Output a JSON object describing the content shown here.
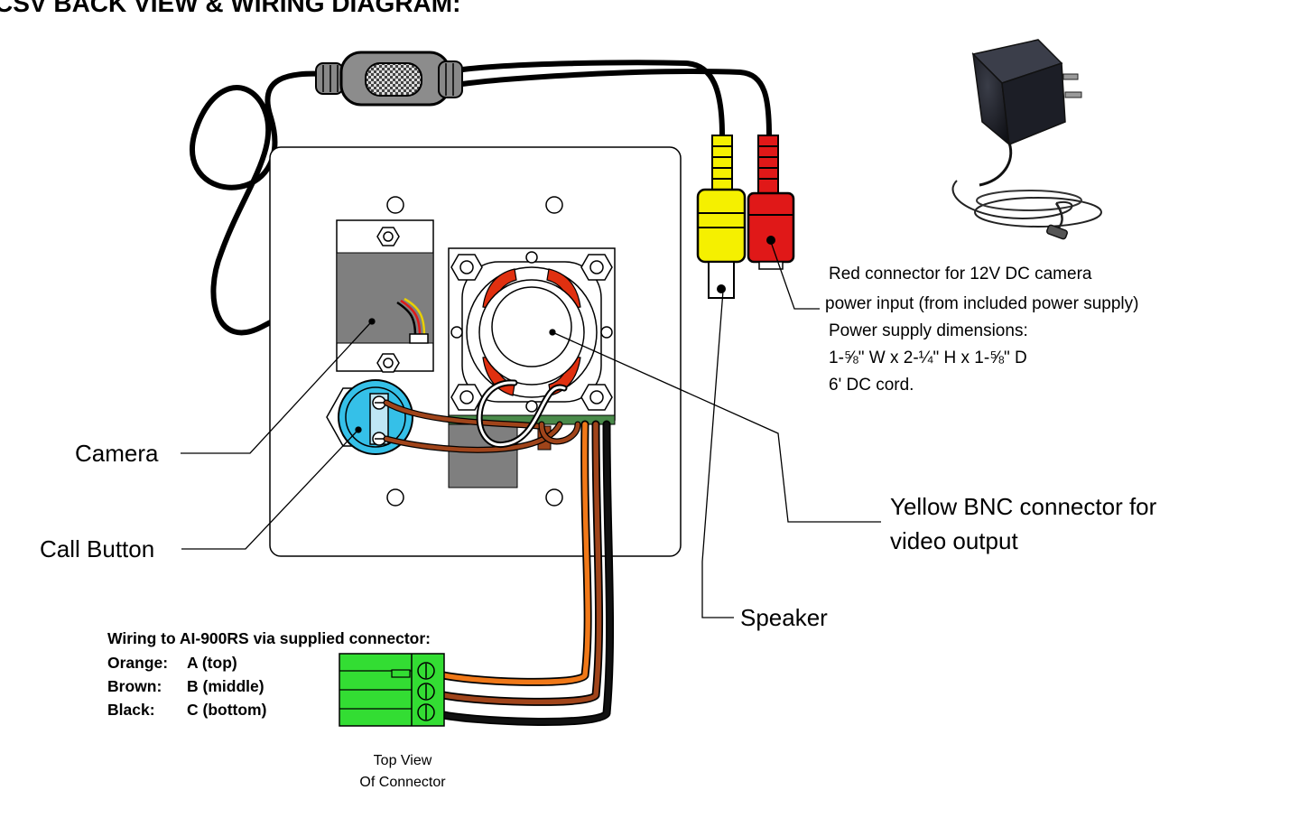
{
  "title": "CSV BACK VIEW & WIRING DIAGRAM:",
  "labels": {
    "camera": "Camera",
    "call_button": "Call Button",
    "speaker": "Speaker",
    "bnc_line1": "Yellow BNC connector for",
    "bnc_line2": "video output"
  },
  "power_notes": [
    "Red connector for 12V DC camera",
    "power input (from included power supply)",
    "Power supply dimensions:",
    "1-⅝\" W x 2-¼\" H x 1-⅝\" D",
    "6' DC cord."
  ],
  "wiring": {
    "heading": "Wiring to AI-900RS via supplied connector:",
    "rows": [
      {
        "color": "Orange:",
        "pin": "A (top)"
      },
      {
        "color": "Brown:",
        "pin": "B (middle)"
      },
      {
        "color": "Black:",
        "pin": "C (bottom)"
      }
    ]
  },
  "connector_caption": [
    "Top View",
    "Of Connector"
  ],
  "colors": {
    "orange_wire": "#f07818",
    "brown_wire": "#a0441a",
    "black_wire": "#111111",
    "yellow_rca": "#f5f000",
    "red_rca": "#e01818",
    "button_blue": "#35c0e8",
    "terminal_green": "#33dd33",
    "speaker_red": "#e03010",
    "camera_grey": "#7f7f7f"
  }
}
